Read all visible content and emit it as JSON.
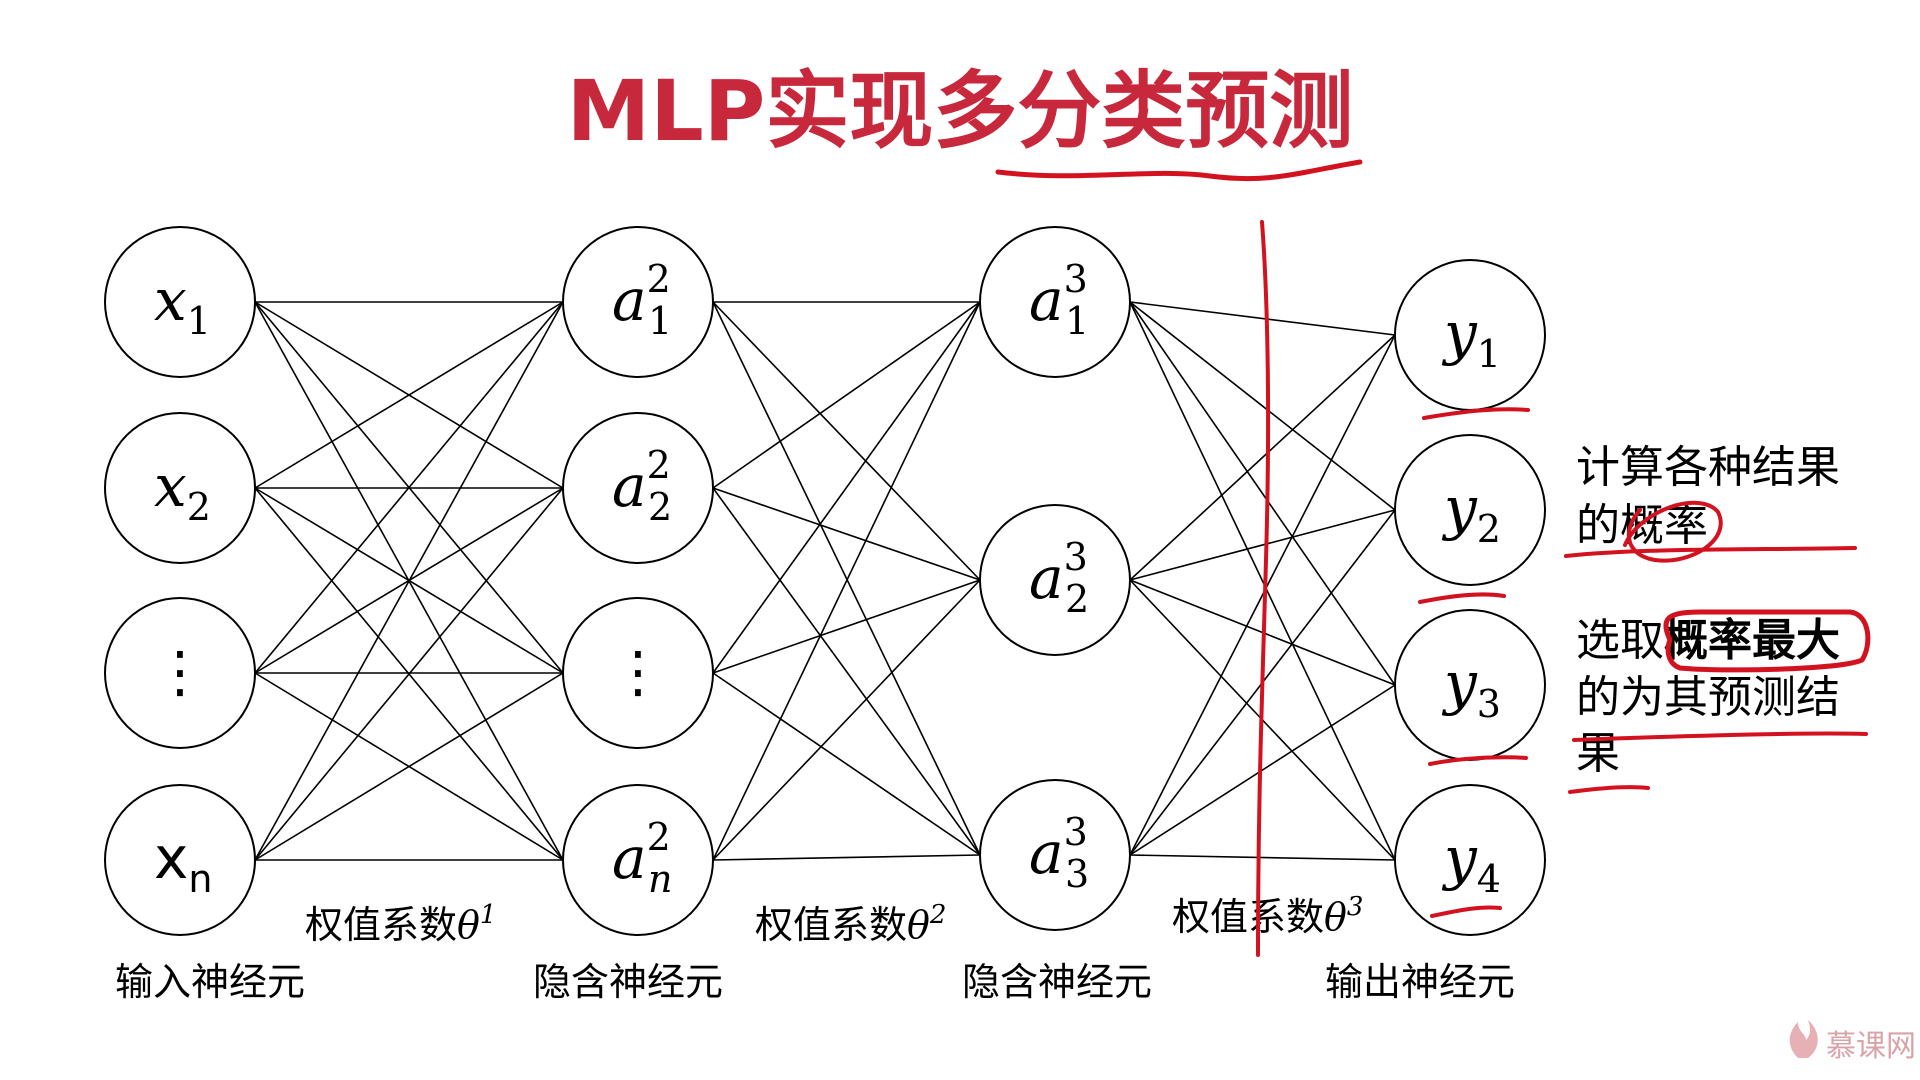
{
  "title": "MLP实现多分类预测",
  "accent_color": "#c8283c",
  "annotation_color": "#d3121f",
  "layers": [
    {
      "caption": "输入神经元",
      "nodes": [
        {
          "base": "x",
          "sub": "1",
          "sup": "",
          "italic": true
        },
        {
          "base": "x",
          "sub": "2",
          "sup": "",
          "italic": true
        },
        {
          "base": "⋮",
          "sub": "",
          "sup": "",
          "italic": false
        },
        {
          "base": "x",
          "sub": "n",
          "sup": "",
          "italic": false
        }
      ]
    },
    {
      "caption": "隐含神经元",
      "nodes": [
        {
          "base": "a",
          "sub": "1",
          "sup": "2",
          "italic": true
        },
        {
          "base": "a",
          "sub": "2",
          "sup": "2",
          "italic": true
        },
        {
          "base": "⋮",
          "sub": "",
          "sup": "",
          "italic": false
        },
        {
          "base": "a",
          "sub": "n",
          "sup": "2",
          "italic": true
        }
      ]
    },
    {
      "caption": "隐含神经元",
      "nodes": [
        {
          "base": "a",
          "sub": "1",
          "sup": "3",
          "italic": true
        },
        {
          "base": "a",
          "sub": "2",
          "sup": "3",
          "italic": true
        },
        {
          "base": "a",
          "sub": "3",
          "sup": "3",
          "italic": true
        }
      ]
    },
    {
      "caption": "输出神经元",
      "nodes": [
        {
          "base": "y",
          "sub": "1",
          "sup": "",
          "italic": true
        },
        {
          "base": "y",
          "sub": "2",
          "sup": "",
          "italic": true
        },
        {
          "base": "y",
          "sub": "3",
          "sup": "",
          "italic": true
        },
        {
          "base": "y",
          "sub": "4",
          "sup": "",
          "italic": true
        }
      ]
    }
  ],
  "weights": [
    {
      "text": "权值系数",
      "theta": "θ",
      "sup": "1"
    },
    {
      "text": "权值系数",
      "theta": "θ",
      "sup": "2"
    },
    {
      "text": "权值系数",
      "theta": "θ",
      "sup": "3"
    }
  ],
  "notes": {
    "note1_line1": "计算各种结果",
    "note1_line2": "的概率",
    "note2_line1_a": "选取",
    "note2_line1_b": "概率最大",
    "note2_line2": "的为其预测结",
    "note2_line3": "果"
  },
  "watermark": "慕课网"
}
